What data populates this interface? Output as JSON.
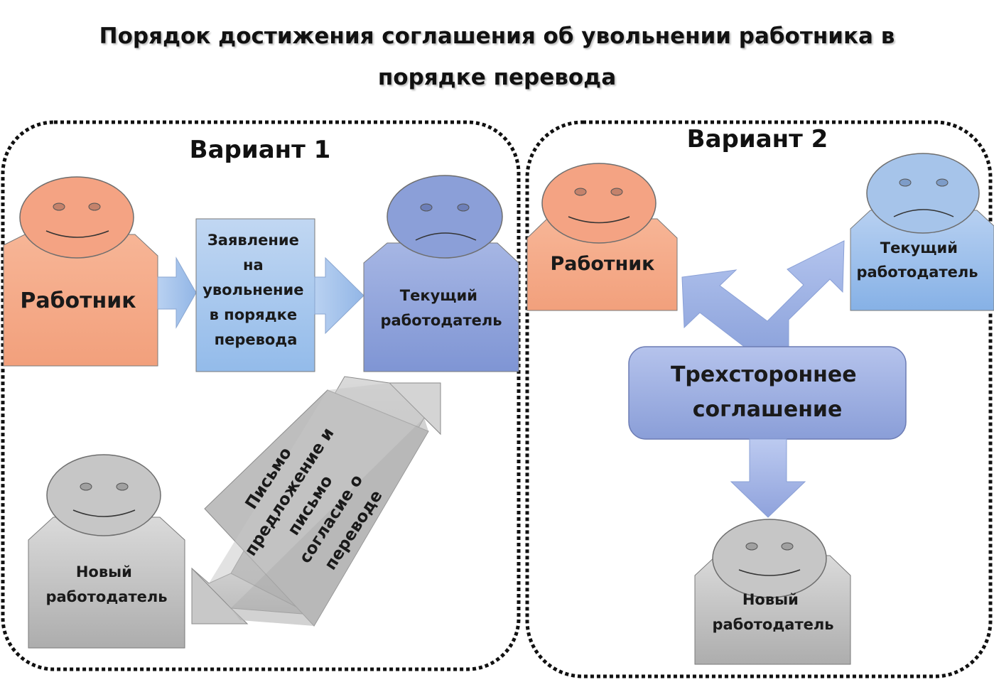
{
  "title": {
    "line1": "Порядок достижения соглашения об увольнении работника в",
    "line2": "порядке перевода"
  },
  "variant1": {
    "heading": "Вариант 1",
    "employee": "Работник",
    "application": [
      "Заявление",
      "на",
      "увольнение",
      "в порядке",
      "перевода"
    ],
    "current_employer": [
      "Текущий",
      "работодатель"
    ],
    "new_employer": [
      "Новый",
      "работодатель"
    ],
    "letter": [
      "Письмо",
      "предложение и",
      "письмо",
      "согласие о",
      "переводе"
    ]
  },
  "variant2": {
    "heading": "Вариант 2",
    "employee": "Работник",
    "current_employer": [
      "Текущий",
      "работодатель"
    ],
    "agreement": [
      "Трехстороннее",
      "соглашение"
    ],
    "new_employer": [
      "Новый",
      "работодатель"
    ]
  },
  "colors": {
    "employee": "#f5a585",
    "current_employer": "#8fa2d9",
    "new_employer": "#c4c4c4",
    "arrow_blue": "#a9c6ec",
    "agreement": "#9fb1e4"
  }
}
